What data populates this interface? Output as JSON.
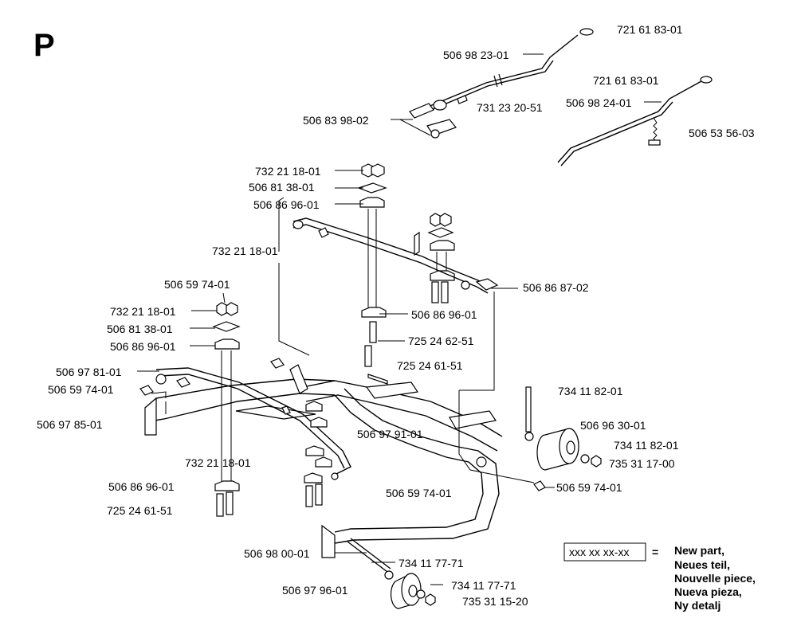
{
  "section_letter": "P",
  "labels": {
    "l01": "721 61 83-01",
    "l02": "506 98 23-01",
    "l03": "721 61 83-01",
    "l04": "506 98 24-01",
    "l05": "731 23 20-51",
    "l06": "506 53 56-03",
    "l07": "506 83 98-02",
    "l08": "732 21 18-01",
    "l09": "506 81 38-01",
    "l10": "506 86 96-01",
    "l11": "732 21 18-01",
    "l12": "506 86 87-02",
    "l13": "506 59 74-01",
    "l14": "732 21 18-01",
    "l15": "506 86 96-01",
    "l16": "506 81 38-01",
    "l17": "725 24 62-51",
    "l18": "506 86 96-01",
    "l19": "725 24 61-51",
    "l20": "506 97 81-01",
    "l21": "506 59 74-01",
    "l22": "734 11 82-01",
    "l23": "506 97 85-01",
    "l24": "506 97 91-01",
    "l25": "506 96 30-01",
    "l26": "734 11 82-01",
    "l27": "732 21 18-01",
    "l28": "735 31 17-00",
    "l29": "506 86 96-01",
    "l30": "506 59 74-01",
    "l31": "506 59 74-01",
    "l32": "725 24 61-51",
    "l33": "506 98 00-01",
    "l34": "734 11 77-71",
    "l35": "506 97 96-01",
    "l36": "734 11 77-71",
    "l37": "735 31 15-20"
  },
  "legend": {
    "code": "xxx xx xx-xx",
    "equals": "=",
    "lines": [
      "New part,",
      "Neues teil,",
      "Nouvelle piece,",
      "Nueva pieza,",
      "Ny detalj"
    ]
  }
}
